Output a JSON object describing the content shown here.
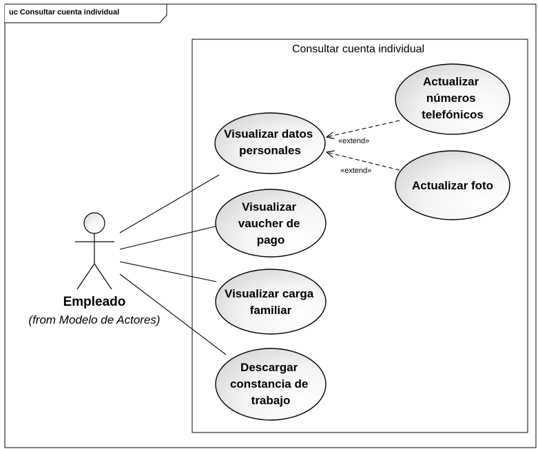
{
  "frame": {
    "title": "uc Consultar cuenta individual"
  },
  "system": {
    "title": "Consultar cuenta individual"
  },
  "actor": {
    "name": "Empleado",
    "from": "(from Modelo de Actores)"
  },
  "use_cases": {
    "visualizar_datos": [
      "Visualizar datos",
      "personales"
    ],
    "actualizar_numeros": [
      "Actualizar",
      "números",
      "telefónicos"
    ],
    "actualizar_foto": [
      "Actualizar foto"
    ],
    "visualizar_vaucher": [
      "Visualizar",
      "vaucher de",
      "pago"
    ],
    "visualizar_carga": [
      "Visualizar carga",
      "familiar"
    ],
    "descargar_constancia": [
      "Descargar",
      "constancia de",
      "trabajo"
    ]
  },
  "relations": {
    "extend_1": "«extend»",
    "extend_2": "«extend»"
  }
}
